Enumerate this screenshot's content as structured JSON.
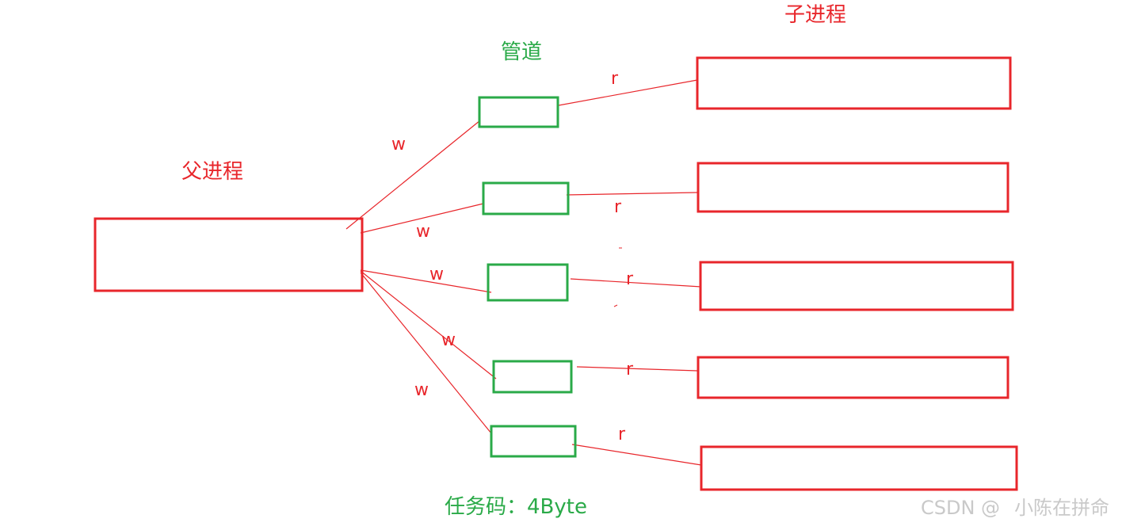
{
  "labels": {
    "parent": "父进程",
    "child": "子进程",
    "pipe": "管道",
    "task_code": "任务码：4Byte",
    "write": "w",
    "read": "r"
  },
  "watermark": {
    "platform": "CSDN @",
    "author": "小陈在拼命"
  },
  "colors": {
    "process": "#e8262b",
    "pipe": "#2aaa48",
    "watermark": "#c9c9c9"
  },
  "structure": {
    "parent_count": 1,
    "pipe_count": 5,
    "child_count": 5
  }
}
